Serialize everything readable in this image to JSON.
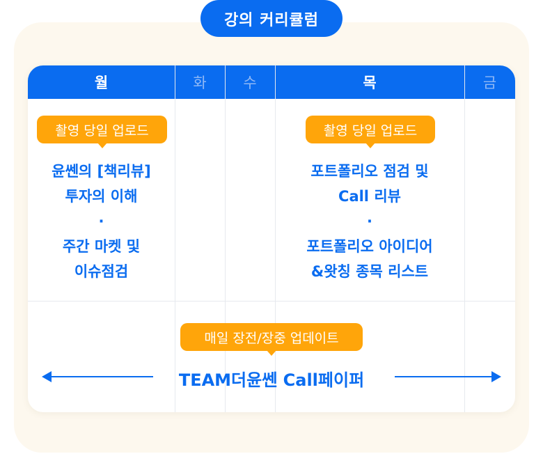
{
  "title": "강의 커리큘럼",
  "days": [
    {
      "label": "월",
      "active": true
    },
    {
      "label": "화",
      "active": false
    },
    {
      "label": "수",
      "active": false
    },
    {
      "label": "목",
      "active": true
    },
    {
      "label": "금",
      "active": false
    }
  ],
  "monday": {
    "badge": "촬영 당일 업로드",
    "lines": [
      "윤쎈의 [책리뷰]",
      "투자의 이해",
      "·",
      "주간 마켓 및",
      "이슈점검"
    ]
  },
  "thursday": {
    "badge": "촬영 당일 업로드",
    "lines": [
      "포트폴리오 점검 및",
      "Call 리뷰",
      "·",
      "포트폴리오 아이디어",
      "&왓칭 종목 리스트"
    ]
  },
  "daily": {
    "badge": "매일 장전/장중 업데이트",
    "label": "TEAM더윤쎈 Call페이퍼"
  },
  "colors": {
    "primary": "#0a6cf0",
    "badge": "#ffa50a",
    "background": "#fdf8ee"
  },
  "icons": [
    "arrow-left-icon",
    "arrow-right-icon"
  ]
}
